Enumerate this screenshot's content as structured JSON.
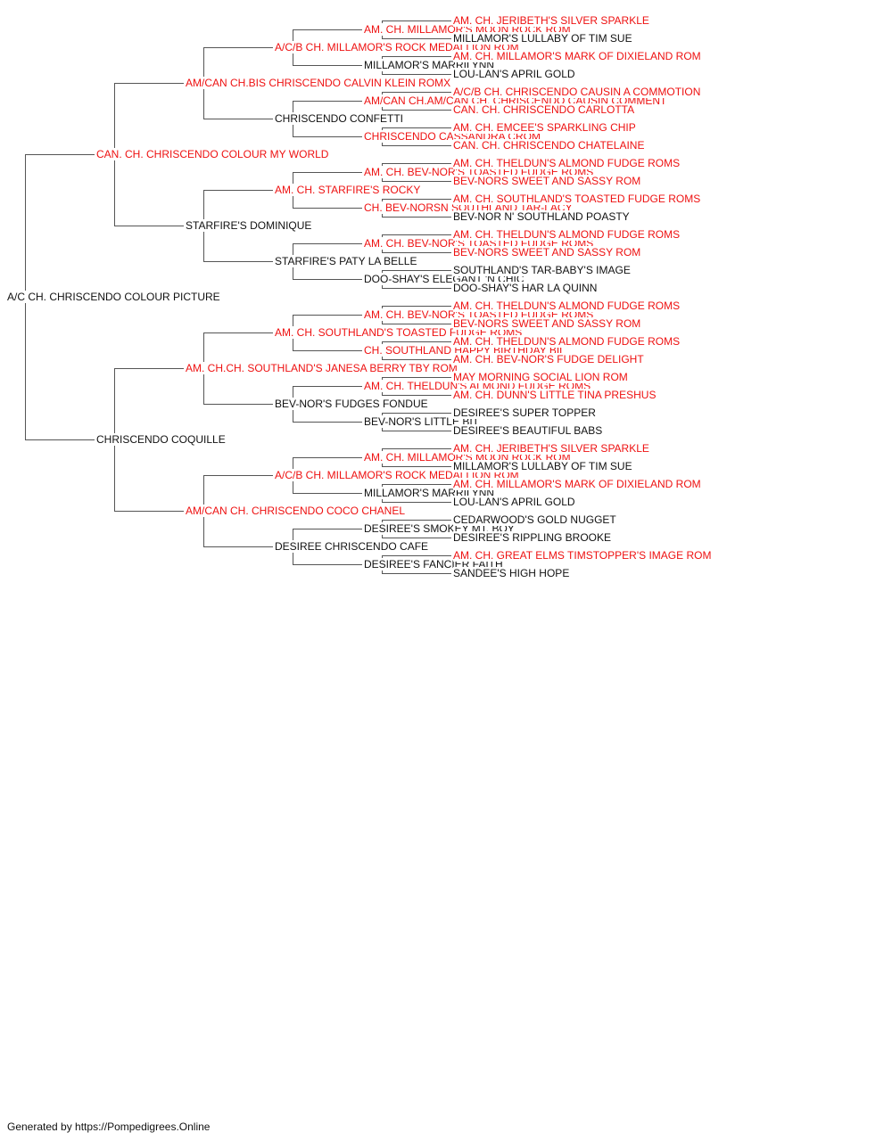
{
  "colors": {
    "champion": "#ee1111",
    "regular": "#111111",
    "line": "#555555"
  },
  "pedigree": {
    "name": "A/C CH. CHRISCENDO COLOUR PICTURE",
    "champion": false,
    "sire": {
      "name": "CAN. CH. CHRISCENDO COLOUR MY WORLD",
      "champion": true,
      "sire": {
        "name": "AM/CAN CH.BIS CHRISCENDO CALVIN KLEIN ROMX",
        "champion": true,
        "sire": {
          "name": "A/C/B CH. MILLAMOR'S ROCK MEDALLION ROM",
          "champion": true,
          "sire": {
            "name": "AM. CH. MILLAMOR'S MOON ROCK ROM",
            "champion": true,
            "sire": {
              "name": "AM. CH. JERIBETH'S SILVER SPARKLE",
              "champion": true
            },
            "dam": {
              "name": "MILLAMOR'S LULLABY OF TIM SUE",
              "champion": false
            }
          },
          "dam": {
            "name": "MILLAMOR'S MARRILYNN",
            "champion": false,
            "sire": {
              "name": "AM. CH. MILLAMOR'S MARK OF DIXIELAND ROM",
              "champion": true
            },
            "dam": {
              "name": "LOU-LAN'S APRIL GOLD",
              "champion": false
            }
          }
        },
        "dam": {
          "name": "CHRISCENDO CONFETTI",
          "champion": false,
          "sire": {
            "name": "AM/CAN CH.AM/CAN CH. CHRISCENDO CAUSIN COMMENT",
            "champion": true,
            "sire": {
              "name": "A/C/B CH. CHRISCENDO CAUSIN A COMMOTION",
              "champion": true
            },
            "dam": {
              "name": "CAN. CH. CHRISCENDO CARLOTTA",
              "champion": true
            }
          },
          "dam": {
            "name": "CHRISCENDO CASSANDRA CROM",
            "champion": true,
            "sire": {
              "name": "AM. CH. EMCEE'S SPARKLING CHIP",
              "champion": true
            },
            "dam": {
              "name": "CAN. CH. CHRISCENDO CHATELAINE",
              "champion": true
            }
          }
        }
      },
      "dam": {
        "name": "STARFIRE'S DOMINIQUE",
        "champion": false,
        "sire": {
          "name": "AM. CH. STARFIRE'S ROCKY",
          "champion": true,
          "sire": {
            "name": "AM. CH. BEV-NOR'S TOASTED FUDGE ROMS",
            "champion": true,
            "sire": {
              "name": "AM. CH. THELDUN'S ALMOND FUDGE ROMS",
              "champion": true
            },
            "dam": {
              "name": "BEV-NORS SWEET AND SASSY ROM",
              "champion": true
            }
          },
          "dam": {
            "name": "CH. BEV-NORSN SOUTHLAND TAR-LACY",
            "champion": true,
            "sire": {
              "name": "AM. CH. SOUTHLAND'S TOASTED FUDGE ROMS",
              "champion": true
            },
            "dam": {
              "name": "BEV-NOR N' SOUTHLAND POASTY",
              "champion": false
            }
          }
        },
        "dam": {
          "name": "STARFIRE'S PATY LA BELLE",
          "champion": false,
          "sire": {
            "name": "AM. CH. BEV-NOR'S TOASTED FUDGE ROMS",
            "champion": true,
            "sire": {
              "name": "AM. CH. THELDUN'S ALMOND FUDGE ROMS",
              "champion": true
            },
            "dam": {
              "name": "BEV-NORS SWEET AND SASSY ROM",
              "champion": true
            }
          },
          "dam": {
            "name": "DOO-SHAY'S ELEGANT 'N CHIC",
            "champion": false,
            "sire": {
              "name": "SOUTHLAND'S TAR-BABY'S IMAGE",
              "champion": false
            },
            "dam": {
              "name": "DOO-SHAY'S HAR LA QUINN",
              "champion": false
            }
          }
        }
      }
    },
    "dam": {
      "name": "CHRISCENDO COQUILLE",
      "champion": false,
      "sire": {
        "name": "AM. CH.CH. SOUTHLAND'S JANESA BERRY TBY ROM",
        "champion": true,
        "sire": {
          "name": "AM. CH. SOUTHLAND'S TOASTED FUDGE ROMS",
          "champion": true,
          "sire": {
            "name": "AM. CH. BEV-NOR'S TOASTED FUDGE ROMS",
            "champion": true,
            "sire": {
              "name": "AM. CH. THELDUN'S ALMOND FUDGE ROMS",
              "champion": true
            },
            "dam": {
              "name": "BEV-NORS SWEET AND SASSY ROM",
              "champion": true
            }
          },
          "dam": {
            "name": "CH. SOUTHLAND HAPPY BIRTHDAY BIL",
            "champion": true,
            "sire": {
              "name": "AM. CH. THELDUN'S ALMOND FUDGE ROMS",
              "champion": true
            },
            "dam": {
              "name": "AM. CH. BEV-NOR'S FUDGE DELIGHT",
              "champion": true
            }
          }
        },
        "dam": {
          "name": "BEV-NOR'S FUDGES FONDUE",
          "champion": false,
          "sire": {
            "name": "AM. CH. THELDUN'S ALMOND FUDGE ROMS",
            "champion": true,
            "sire": {
              "name": "MAY MORNING SOCIAL LION ROM",
              "champion": true
            },
            "dam": {
              "name": "AM. CH. DUNN'S LITTLE TINA PRESHUS",
              "champion": true
            }
          },
          "dam": {
            "name": "BEV-NOR'S LITTLE BIT",
            "champion": false,
            "sire": {
              "name": "DESIREE'S SUPER TOPPER",
              "champion": false
            },
            "dam": {
              "name": "DESIREE'S BEAUTIFUL BABS",
              "champion": false
            }
          }
        }
      },
      "dam": {
        "name": "AM/CAN CH. CHRISCENDO COCO CHANEL",
        "champion": true,
        "sire": {
          "name": "A/C/B CH. MILLAMOR'S ROCK MEDALLION ROM",
          "champion": true,
          "sire": {
            "name": "AM. CH. MILLAMOR'S MOON ROCK ROM",
            "champion": true,
            "sire": {
              "name": "AM. CH. JERIBETH'S SILVER SPARKLE",
              "champion": true
            },
            "dam": {
              "name": "MILLAMOR'S LULLABY OF TIM SUE",
              "champion": false
            }
          },
          "dam": {
            "name": "MILLAMOR'S MARRILYNN",
            "champion": false,
            "sire": {
              "name": "AM. CH. MILLAMOR'S MARK OF DIXIELAND ROM",
              "champion": true
            },
            "dam": {
              "name": "LOU-LAN'S APRIL GOLD",
              "champion": false
            }
          }
        },
        "dam": {
          "name": "DESIREE CHRISCENDO CAFE",
          "champion": false,
          "sire": {
            "name": "DESIREE'S SMOKEY MT. BOY",
            "champion": false,
            "sire": {
              "name": "CEDARWOOD'S GOLD NUGGET",
              "champion": false
            },
            "dam": {
              "name": "DESIREE'S RIPPLING BROOKE",
              "champion": false
            }
          },
          "dam": {
            "name": "DESIREE'S FANCIER FAITH",
            "champion": false,
            "sire": {
              "name": "AM. CH. GREAT ELMS TIMSTOPPER'S IMAGE ROM",
              "champion": true
            },
            "dam": {
              "name": "SANDEE'S HIGH HOPE",
              "champion": false
            }
          }
        }
      }
    }
  },
  "footer": {
    "text": "Generated by https://Pompedigrees.Online"
  }
}
